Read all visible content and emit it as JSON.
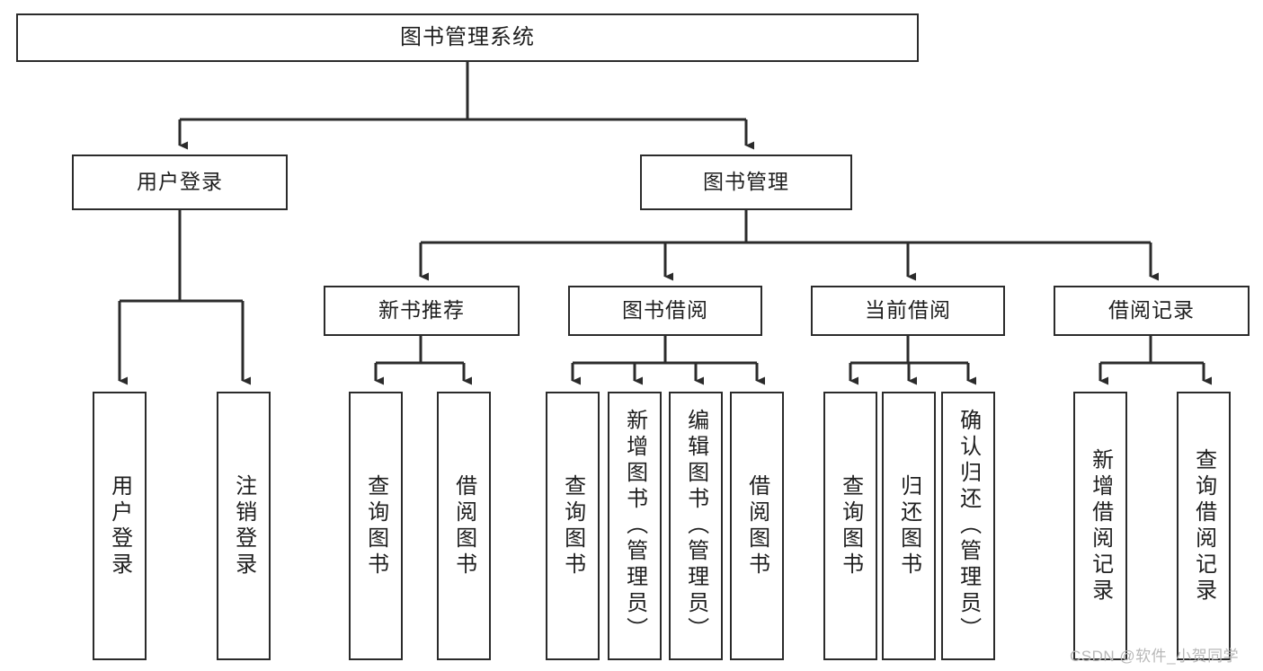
{
  "diagram": {
    "title": "图书管理系统",
    "watermark": "CSDN @软件_小贺同学",
    "line_color": "#2b2b2b",
    "box_fill": "#ffffff",
    "text_color": "#1f1f1f",
    "watermark_color": "#b8b8b8"
  },
  "nodes": {
    "root": {
      "label": "图书管理系统"
    },
    "level2": [
      {
        "label": "用户登录"
      },
      {
        "label": "图书管理"
      }
    ],
    "level3": [
      {
        "label": "新书推荐"
      },
      {
        "label": "图书借阅"
      },
      {
        "label": "当前借阅"
      },
      {
        "label": "借阅记录"
      }
    ],
    "leaves_user_login": [
      {
        "label": "用户登录"
      },
      {
        "label": "注销登录"
      }
    ],
    "leaves_new_book": [
      {
        "label": "查询图书"
      },
      {
        "label": "借阅图书"
      }
    ],
    "leaves_borrow": [
      {
        "label": "查询图书"
      },
      {
        "label": "新增图书（管理员）"
      },
      {
        "label": "编辑图书（管理员）"
      },
      {
        "label": "借阅图书"
      }
    ],
    "leaves_current": [
      {
        "label": "查询图书"
      },
      {
        "label": "归还图书"
      },
      {
        "label": "确认归还（管理员）"
      }
    ],
    "leaves_records": [
      {
        "label": "新增借阅记录"
      },
      {
        "label": "查询借阅记录"
      }
    ]
  }
}
